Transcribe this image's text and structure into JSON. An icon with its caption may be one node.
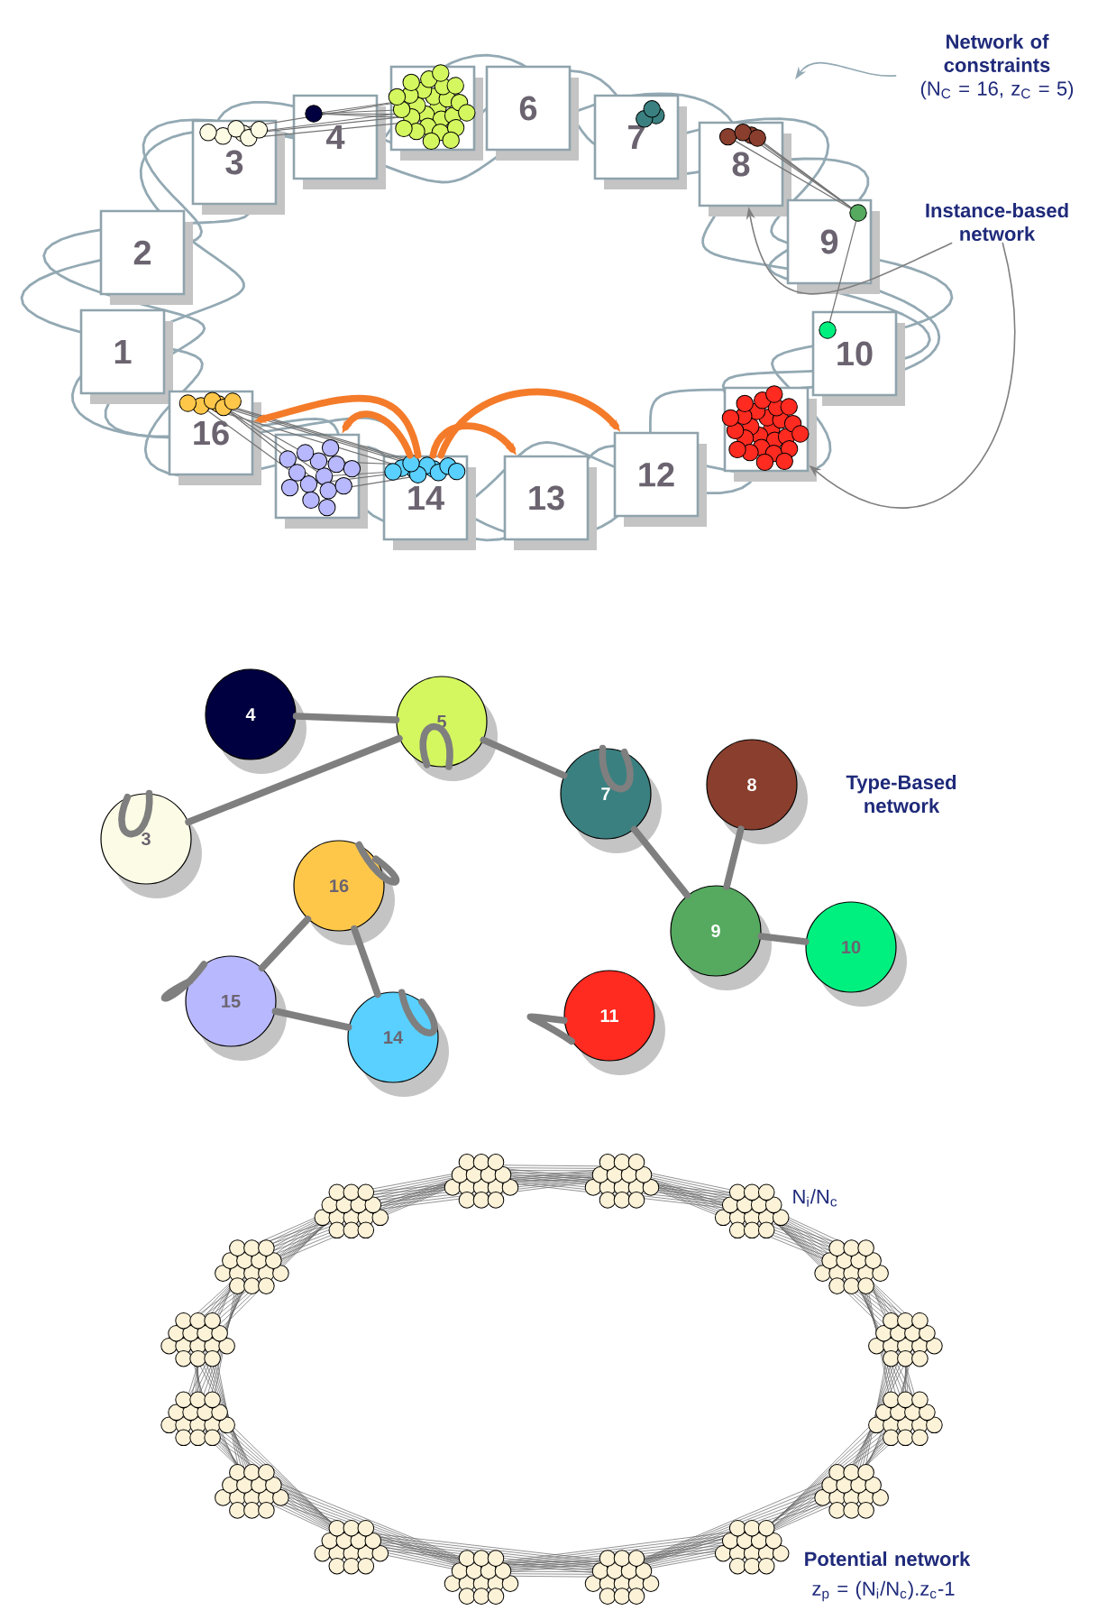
{
  "diagram": {
    "nodes": [
      {
        "text": [
          "1"
        ]
      },
      {
        "text": [
          "2"
        ]
      },
      {
        "text": [
          "3"
        ]
      },
      {
        "text": [
          "4"
        ]
      },
      {
        "text": [],
        "shape": "box"
      },
      {
        "text": [
          "6"
        ]
      },
      {
        "text": [
          "7"
        ]
      },
      {
        "text": [
          "8"
        ]
      },
      {
        "text": [
          "9"
        ]
      },
      {
        "text": [
          "10"
        ]
      },
      {
        "text": [],
        "shape": "box"
      },
      {
        "text": [
          "12"
        ]
      },
      {
        "text": [
          "13"
        ]
      },
      {
        "text": [
          "14"
        ]
      },
      {
        "text": [],
        "shape": "box"
      },
      {
        "text": [
          "16"
        ]
      },
      {
        "text": [
          "Network of constraints",
          "(N$_{C}$ = 16, z$_{C}$ = 5)"
        ]
      },
      {
        "text": [
          "Instance-based network"
        ]
      },
      {
        "text": [
          "4"
        ]
      },
      {
        "text": [
          "5"
        ]
      },
      {
        "text": [
          "8"
        ]
      },
      {
        "text": [
          "7"
        ]
      },
      {
        "text": [
          "3"
        ]
      },
      {
        "text": [
          "16"
        ]
      },
      {
        "text": [
          "9"
        ]
      },
      {
        "text": [
          "10"
        ]
      },
      {
        "text": [
          "15"
        ]
      },
      {
        "text": [
          "11"
        ]
      },
      {
        "text": [
          "14"
        ]
      }
    ],
    "edges": [
      {
        "from": 13,
        "to": 15,
        "arrow": "to",
        "color": "#f47b2a"
      },
      {
        "from": 13,
        "to": 14,
        "arrow": "to",
        "color": "#f47b2a"
      },
      {
        "from": 13,
        "to": 12,
        "arrow": "to",
        "color": "#f47b2a"
      },
      {
        "from": 13,
        "to": 11,
        "arrow": "to",
        "color": "#f47b2a"
      },
      {
        "from": 16,
        "to": null,
        "arrow": "to",
        "color": "#93a9b3"
      },
      {
        "from": 17,
        "to": 7,
        "arrow": "to"
      },
      {
        "from": 17,
        "to": 10,
        "arrow": "to"
      },
      {
        "from": 18,
        "to": 19,
        "arrow": "none"
      },
      {
        "from": 22,
        "to": 19,
        "arrow": "none"
      },
      {
        "from": 19,
        "to": 21,
        "arrow": "none"
      },
      {
        "from": 21,
        "to": 24,
        "arrow": "none"
      },
      {
        "from": 20,
        "to": 24,
        "arrow": "none"
      },
      {
        "from": 24,
        "to": 25,
        "arrow": "none"
      },
      {
        "from": 23,
        "to": 26,
        "arrow": "none"
      },
      {
        "from": 23,
        "to": 28,
        "arrow": "none"
      },
      {
        "from": 26,
        "to": 28,
        "arrow": "none"
      },
      {
        "from": 22,
        "to": 22,
        "arrow": "none"
      },
      {
        "from": 19,
        "to": 19,
        "arrow": "none"
      },
      {
        "from": 21,
        "to": 21,
        "arrow": "none"
      },
      {
        "from": 23,
        "to": 23,
        "arrow": "none"
      },
      {
        "from": 26,
        "to": 26,
        "arrow": "none"
      },
      {
        "from": 28,
        "to": 28,
        "arrow": "none"
      },
      {
        "from": 27,
        "to": 27,
        "arrow": "none"
      }
    ],
    "labels": [
      "Type-Based network",
      "N$_{i}$/N$_{c}$",
      "Potential network",
      "z$_{p}$ = (N$_{i}$/N$_{c}$).z$_{c}$-1"
    ]
  }
}
